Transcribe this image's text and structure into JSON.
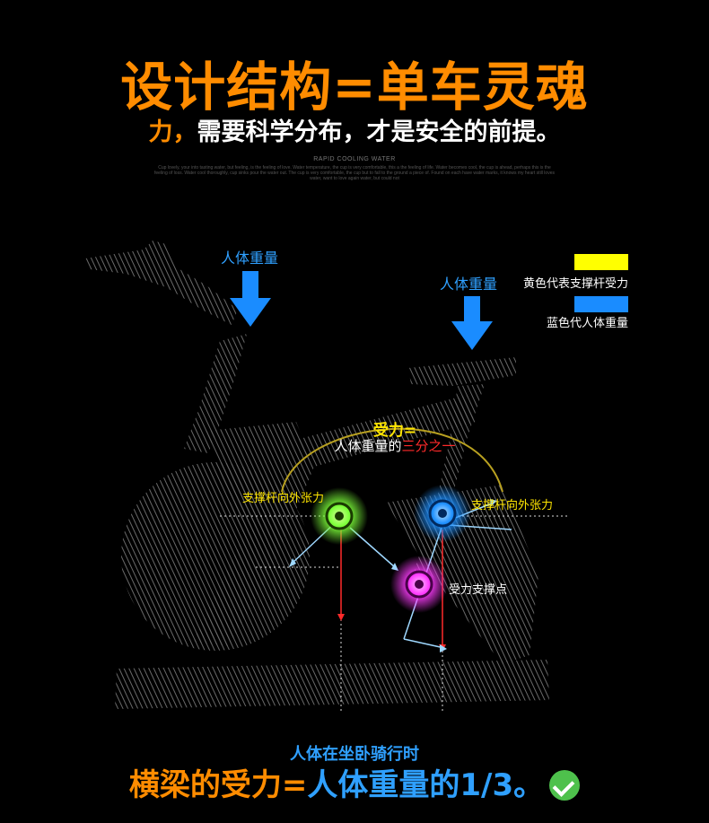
{
  "header": {
    "title_line1": "设计结构=单车灵魂",
    "title_line2_orange": "力，",
    "title_line2_rest": "需要科学分布，才是安全的前提。",
    "sub_caption": "RAPID COOLING WATER",
    "fine_print": "Cup lovely, your into tasting water, but feeling, is the feeling of love. Water temperature, the cup is very comfortable, this a the feeling of life. Water becomes cool, the cup is ahead, perhaps this is the feeling of loss. Water cool thoroughly, cup sinks pour the water out. The cup is very comfortable, the cup but to fall to the ground a piece of. Found on each have water marks, it knows my heart still loves water, want to love again water, but could not"
  },
  "diagram": {
    "arrow_left_label": "人体重量",
    "arrow_right_label": "人体重量",
    "legend": [
      {
        "color": "#ffff00",
        "label": "黄色代表支撑杆受力"
      },
      {
        "color": "#1a8cff",
        "label": "蓝色代人体重量"
      }
    ],
    "formula_line1": "受力=",
    "formula_line2_white": "人体重量的",
    "formula_line2_red": "三分之一",
    "label_left_force": "支撑杆向外张力",
    "label_right_force": "支撑杆向外张力",
    "label_support_point": "受力支撑点",
    "colors": {
      "green_glow": "#7dff3a",
      "blue_glow": "#1e90ff",
      "magenta_glow": "#ff3cff",
      "arc": "#b8a020"
    }
  },
  "footer": {
    "sub": "人体在坐卧骑行时",
    "main_orange": "横梁的受力=",
    "main_blue": "人体重量的1/3",
    "main_end": "。",
    "check_icon": "check-circle-icon"
  }
}
